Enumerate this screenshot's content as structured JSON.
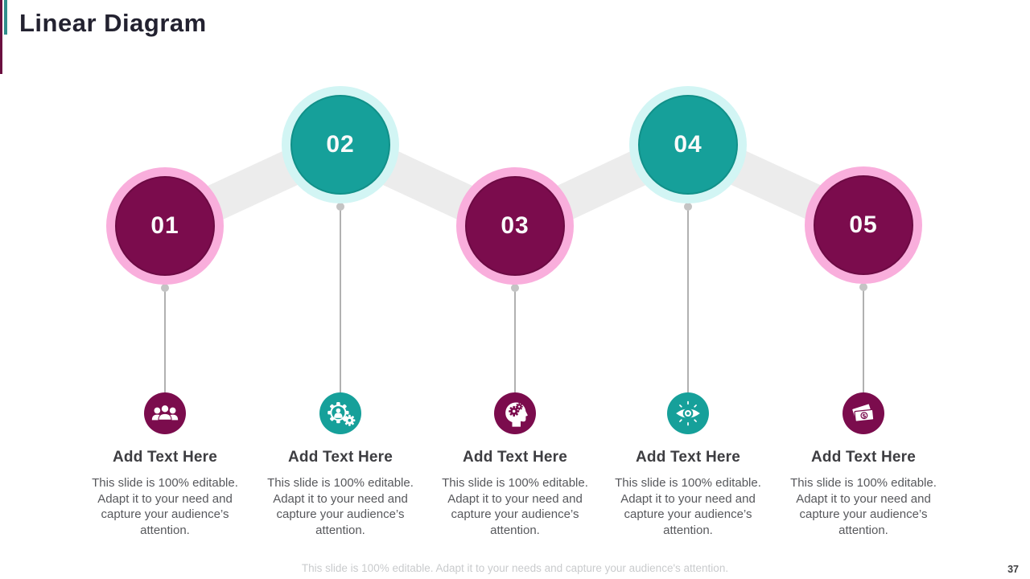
{
  "slide": {
    "title": "Linear Diagram",
    "footer_text": "This slide is 100% editable. Adapt it to your needs and capture your audience's attention.",
    "page_number": "37"
  },
  "steps": [
    {
      "number": "01",
      "variant": "magenta",
      "icon": "team-icon",
      "heading": "Add Text Here",
      "body": "This slide is 100% editable. Adapt it to your need and capture your audience’s attention."
    },
    {
      "number": "02",
      "variant": "teal",
      "icon": "user-gear-icon",
      "heading": "Add Text Here",
      "body": "This slide is 100% editable. Adapt it to your need and capture your audience’s attention."
    },
    {
      "number": "03",
      "variant": "magenta",
      "icon": "head-gears-icon",
      "heading": "Add Text Here",
      "body": "This slide is 100% editable. Adapt it to your need and capture your audience’s attention."
    },
    {
      "number": "04",
      "variant": "teal",
      "icon": "eye-icon",
      "heading": "Add Text Here",
      "body": "This slide is 100% editable. Adapt it to your need and capture your audience’s attention."
    },
    {
      "number": "05",
      "variant": "magenta",
      "icon": "money-icon",
      "heading": "Add Text Here",
      "body": "This slide is 100% editable. Adapt it to your need and capture your audience’s attention."
    }
  ],
  "colors": {
    "magenta": "#7B0C4D",
    "magenta_halo": "#F9AEDC",
    "teal": "#16A09A",
    "teal_halo": "#D2F5F4",
    "connector_band": "#ECECEC",
    "accent_bar_magenta": "#6B1040",
    "accent_bar_teal": "#2F8F8C"
  }
}
